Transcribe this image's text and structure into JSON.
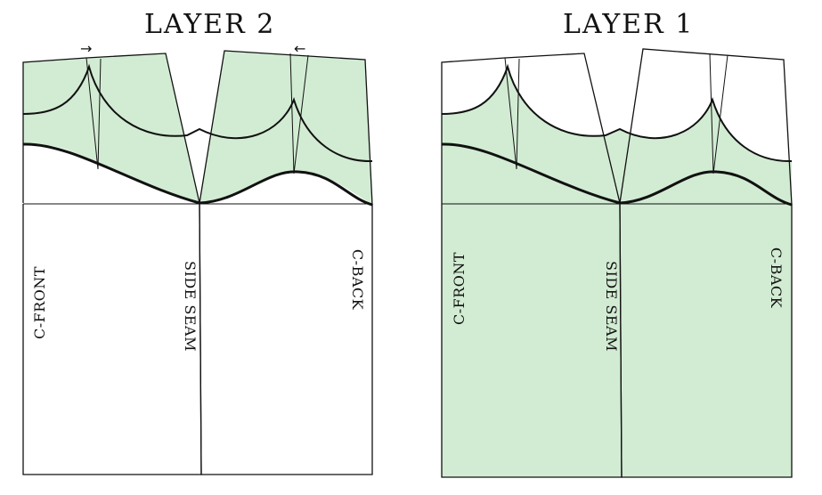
{
  "titles": {
    "layer2": "LAYER 2",
    "layer1": "LAYER 1"
  },
  "labels": {
    "front": "C-FRONT",
    "side": "SIDE SEAM",
    "back": "C-BACK"
  },
  "colors": {
    "fill": "#d2ecd3",
    "line": "#111111"
  },
  "icons": {
    "arrow_right": "→",
    "arrow_left": "←"
  }
}
